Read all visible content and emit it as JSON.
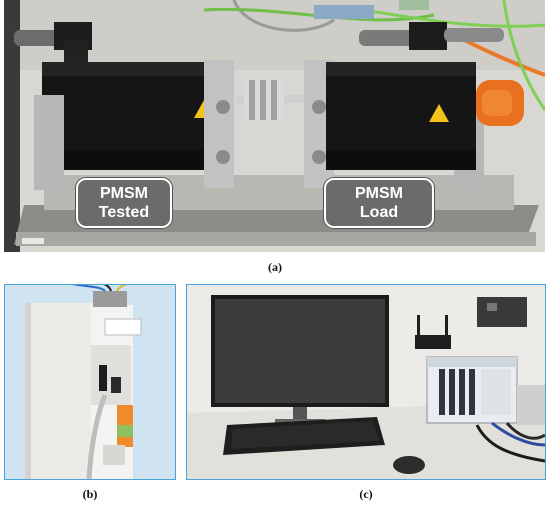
{
  "panel_a": {
    "caption": "(a)",
    "labels": [
      {
        "line1": "PMSM",
        "line2": "Tested"
      },
      {
        "line1": "PMSM",
        "line2": "Load"
      }
    ]
  },
  "panel_b": {
    "caption": "(b)"
  },
  "panel_c": {
    "caption": "(c)"
  },
  "colors": {
    "panel_border": "#4aa3d8",
    "label_fill": "#6b6b6b",
    "motor_body": "#151515",
    "encoder_orange": "#e8701e",
    "cable_green": "#7fcf55"
  }
}
